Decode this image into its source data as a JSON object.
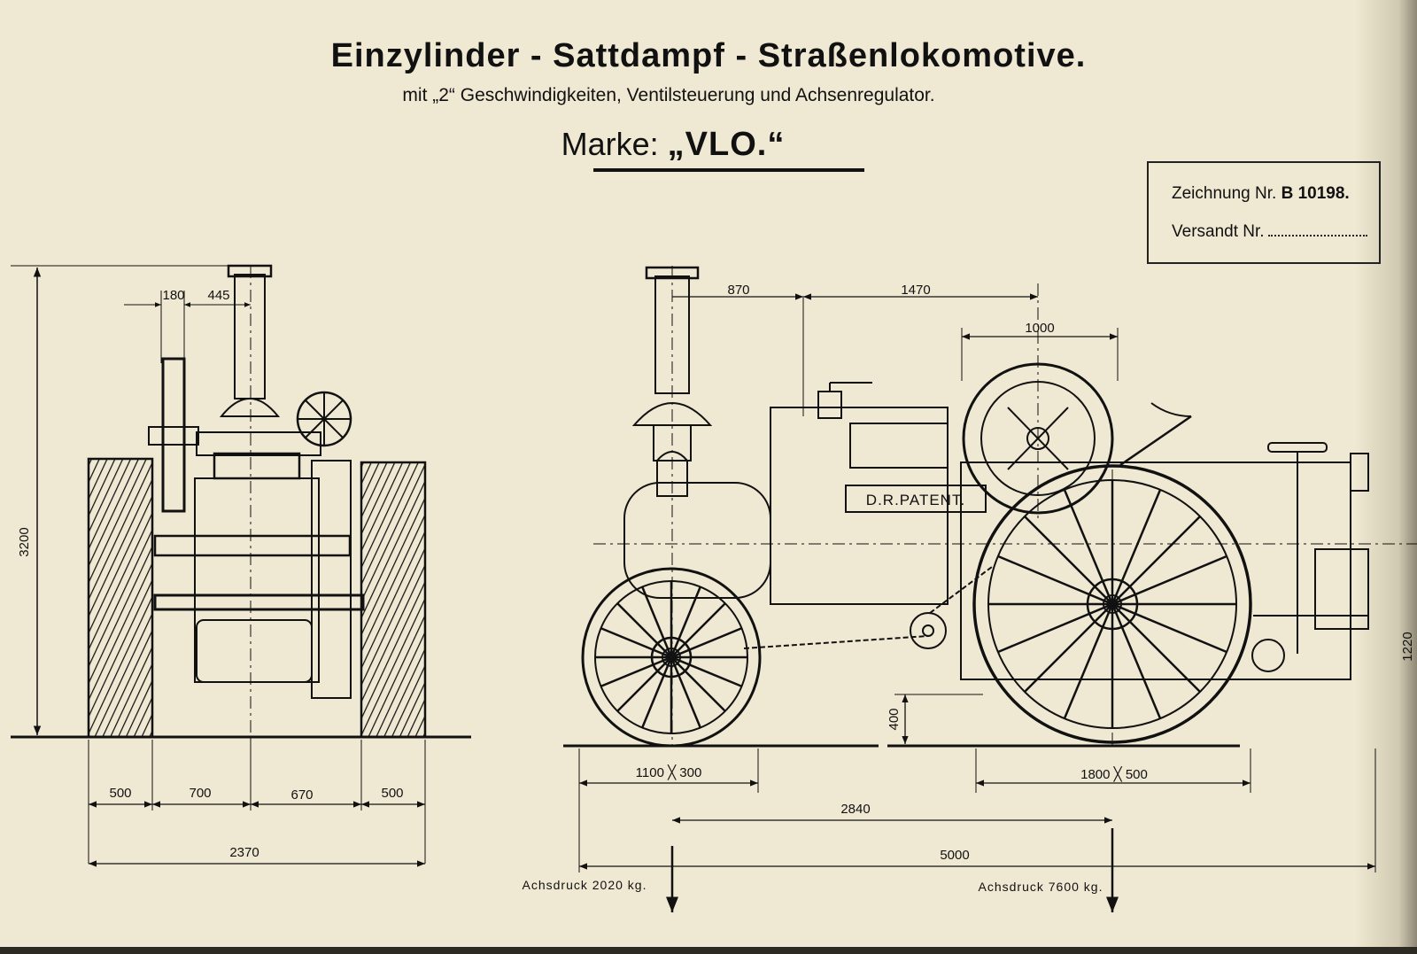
{
  "title": {
    "main": "Einzylinder - Sattdampf - Straßenlokomotive.",
    "subtitle": "mit „2“ Geschwindigkeiten, Ventilsteuerung und Achsenregulator.",
    "mark_prefix": "Marke:",
    "mark_name": "„VLO.“"
  },
  "info_box": {
    "drawing_label": "Zeichnung Nr.",
    "drawing_number": "B 10198.",
    "shipped_label": "Versandt Nr."
  },
  "front_view": {
    "height": "3200",
    "dim_top_left": "180",
    "dim_top_right": "445",
    "widths": [
      "500",
      "700",
      "670",
      "500"
    ],
    "total_width": "2370"
  },
  "side_view": {
    "dim_870": "870",
    "dim_1470": "1470",
    "dim_1000": "1000",
    "dim_400": "400",
    "dim_1220": "1220",
    "front_wheel": "1100 ╳ 300",
    "rear_wheel": "1800 ╳ 500",
    "wheelbase": "2840",
    "total_length": "5000",
    "patent_plate": "D.R.PATENT.",
    "axle_load_front": "Achsdruck 2020 kg.",
    "axle_load_rear": "Achsdruck 7600 kg."
  },
  "colors": {
    "paper": "#efe8d2",
    "ink": "#111111"
  }
}
